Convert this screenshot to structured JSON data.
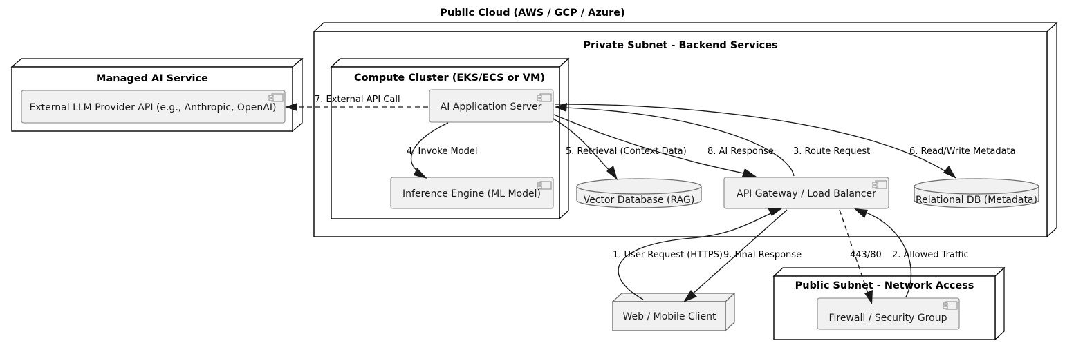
{
  "diagram": {
    "type": "uml-deployment-diagram",
    "title": "Public Cloud (AWS / GCP / Azure)",
    "containers": [
      {
        "id": "public-cloud",
        "label": "Public Cloud (AWS / GCP / Azure)",
        "kind": "cloud-title"
      },
      {
        "id": "private-subnet",
        "label": "Private Subnet - Backend Services",
        "kind": "node-3d"
      },
      {
        "id": "compute-cluster",
        "label": "Compute Cluster (EKS/ECS or VM)",
        "kind": "node-3d"
      },
      {
        "id": "managed-ai-service",
        "label": "Managed AI Service",
        "kind": "node-3d"
      },
      {
        "id": "public-subnet",
        "label": "Public Subnet - Network Access",
        "kind": "node-3d"
      }
    ],
    "nodes": [
      {
        "id": "external-llm",
        "label": "External LLM Provider API (e.g., Anthropic, OpenAI)",
        "shape": "component"
      },
      {
        "id": "ai-app-server",
        "label": "AI Application Server",
        "shape": "component"
      },
      {
        "id": "inference-engine",
        "label": "Inference Engine (ML Model)",
        "shape": "component"
      },
      {
        "id": "vector-database",
        "label": "Vector Database (RAG)",
        "shape": "database"
      },
      {
        "id": "api-gateway",
        "label": "API Gateway / Load Balancer",
        "shape": "component"
      },
      {
        "id": "relational-db",
        "label": "Relational DB (Metadata)",
        "shape": "database"
      },
      {
        "id": "web-mobile-client",
        "label": "Web / Mobile Client",
        "shape": "node-3d"
      },
      {
        "id": "firewall",
        "label": "Firewall / Security Group",
        "shape": "component"
      }
    ],
    "edges": [
      {
        "id": "e1",
        "label": "1. User Request (HTTPS)",
        "from": "web-mobile-client",
        "to": "api-gateway",
        "style": "solid"
      },
      {
        "id": "e2",
        "label": "2. Allowed Traffic",
        "from": "firewall",
        "to": "api-gateway",
        "style": "solid"
      },
      {
        "id": "e3",
        "label": "3. Route Request",
        "from": "api-gateway",
        "to": "ai-app-server",
        "style": "solid"
      },
      {
        "id": "e4",
        "label": "4. Invoke Model",
        "from": "ai-app-server",
        "to": "inference-engine",
        "style": "solid"
      },
      {
        "id": "e5",
        "label": "5. Retrieval (Context Data)",
        "from": "ai-app-server",
        "to": "vector-database",
        "style": "solid"
      },
      {
        "id": "e6",
        "label": "6. Read/Write Metadata",
        "from": "ai-app-server",
        "to": "relational-db",
        "style": "solid"
      },
      {
        "id": "e7",
        "label": "7. External API Call",
        "from": "ai-app-server",
        "to": "external-llm",
        "style": "dashed"
      },
      {
        "id": "e8",
        "label": "8. AI Response",
        "from": "api-gateway",
        "to": "ai-app-server",
        "style": "solid"
      },
      {
        "id": "e9",
        "label": "9. Final Response",
        "from": "api-gateway",
        "to": "web-mobile-client",
        "style": "solid"
      },
      {
        "id": "e10",
        "label": "443/80",
        "from": "api-gateway",
        "to": "firewall",
        "style": "dashed"
      }
    ],
    "colors": {
      "background": "#ffffff",
      "node_fill": "#ffffff",
      "component_fill": "#f1f1f1",
      "component_stroke": "#9a9a9a",
      "line": "#1a1a1a",
      "text": "#000000"
    }
  }
}
